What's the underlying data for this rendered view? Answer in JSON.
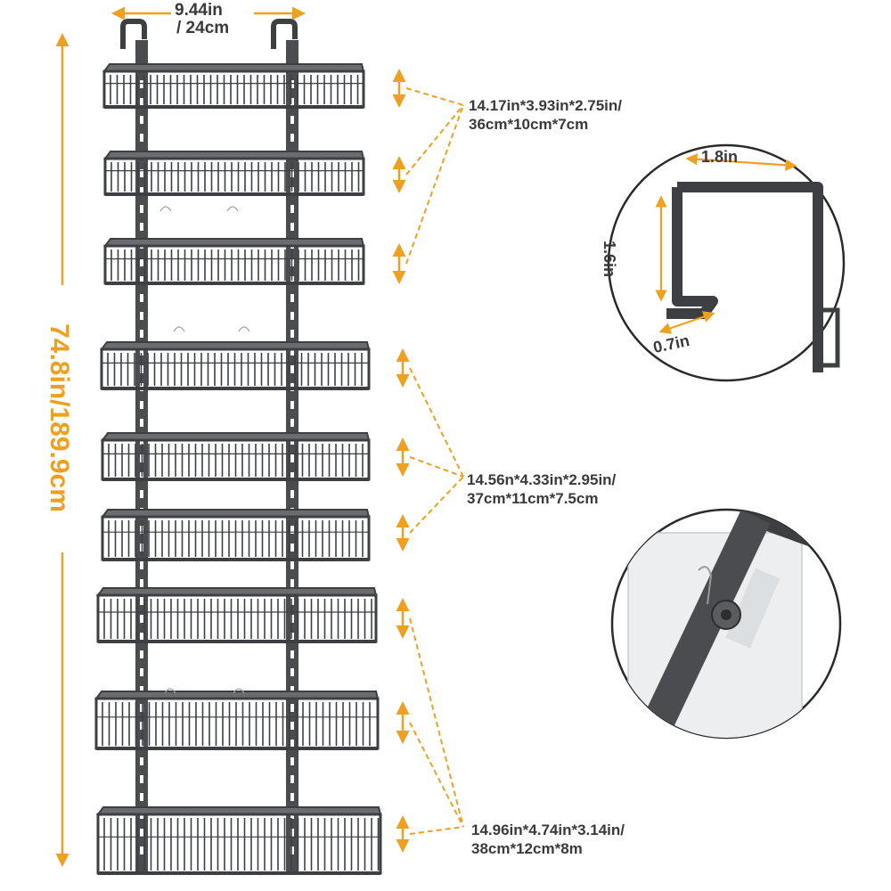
{
  "colors": {
    "accent": "#f0a020",
    "metal": "#3d3f43",
    "text": "#3a3a3a"
  },
  "width_label": {
    "line1": "9.44in",
    "line2": "/ 24cm"
  },
  "height_label": "74.8in/189.9cm",
  "baskets_top": {
    "line1": "14.17in*3.93in*2.75in/",
    "line2": "36cm*10cm*7cm"
  },
  "baskets_middle": {
    "line1": "14.56n*4.33in*2.95in/",
    "line2": "37cm*11cm*7.5cm"
  },
  "baskets_bottom": {
    "line1": "14.96in*4.74in*3.14in/",
    "line2": "38cm*12cm*8m"
  },
  "hook_detail": {
    "width": "1.8in",
    "height": "1.6in",
    "depth": "0.7in"
  },
  "detail_icons": [
    "door-hook-icon",
    "adhesive-hook-icon"
  ],
  "basket_count": 9
}
